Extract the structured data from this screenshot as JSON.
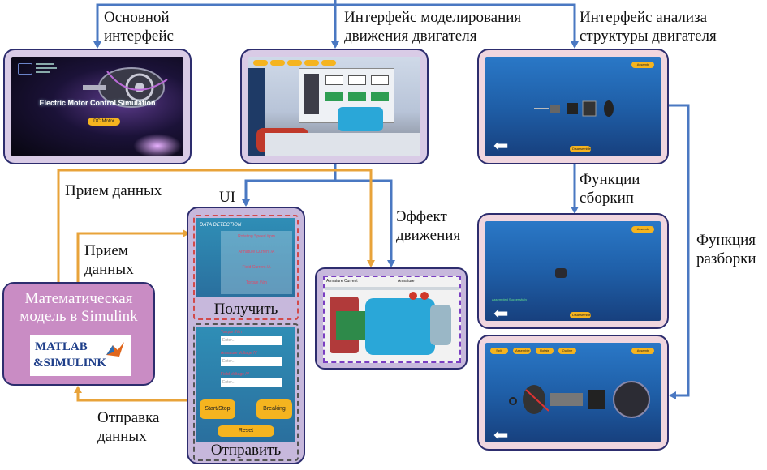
{
  "labels": {
    "main_ui": [
      "Основной",
      "интерфейс"
    ],
    "motion_ui": [
      "Интерфейс моделирования",
      "движения двигателя"
    ],
    "structure_ui": [
      "Интерфейс анализа",
      "структуры двигателя"
    ],
    "assembly_fn": [
      "Функции",
      "сборкип"
    ],
    "disassembly_fn": [
      "Функция",
      "разборки"
    ],
    "motion_effect": [
      "Эффект",
      "движения"
    ],
    "receive_data_top": "Прием данных",
    "receive_data_left": [
      "Прием",
      "данных"
    ],
    "send_data": [
      "Отправка",
      "данных"
    ],
    "ui": "UI"
  },
  "simulink": {
    "title": [
      "Математическая",
      "модель в Simulink"
    ],
    "logo_matlab": "MATLAB",
    "logo_simulink": "&SIMULINK"
  },
  "main_screen": {
    "title": "Electric Motor Control Simulation",
    "button": "DC Motor"
  },
  "motion_screen": {
    "tabs": [
      "",
      "",
      "",
      "",
      ""
    ],
    "panel_caption": ""
  },
  "structure_screens": {
    "top": {
      "button_top": "Assemb",
      "button_bottom": "Disassemble"
    },
    "middle": {
      "button_top": "Assemb",
      "button_bottom": "Disassemble",
      "status": "Assembled Successfully"
    },
    "bottom": {
      "tabs": [
        "Split",
        "Assemble",
        "Rotate",
        "Outline"
      ],
      "button_top": "Assemb"
    }
  },
  "ui_panel": {
    "detection_title": "DATA DETECTION",
    "readouts": [
      "Rotating Speed /rpm",
      "Armature Current /A",
      "Field Current /A",
      "Torque /Nm"
    ],
    "get_label": "Получить",
    "inputs": [
      {
        "label": "Torque /Nm",
        "placeholder": "Enter..."
      },
      {
        "label": "Armature Voltage /V",
        "placeholder": "Enter..."
      },
      {
        "label": "Field Voltage /V",
        "placeholder": "Enter..."
      }
    ],
    "start_stop": "Start/Stop",
    "breaking": "Breaking",
    "reset": "Reset",
    "send_label": "Отправить"
  },
  "motion_effect_screen": {
    "left_caption": "Armature Current",
    "right_caption": "Armature"
  },
  "colors": {
    "blue_arrow": "#4a78c2",
    "orange_arrow": "#e8a33a",
    "panel_border": "#2d2d6e",
    "panel_fill": "#d9cbe6",
    "pink_fill": "#f0d6df",
    "simulink_fill": "#c98cc4",
    "button_yellow": "#f5b41f"
  }
}
